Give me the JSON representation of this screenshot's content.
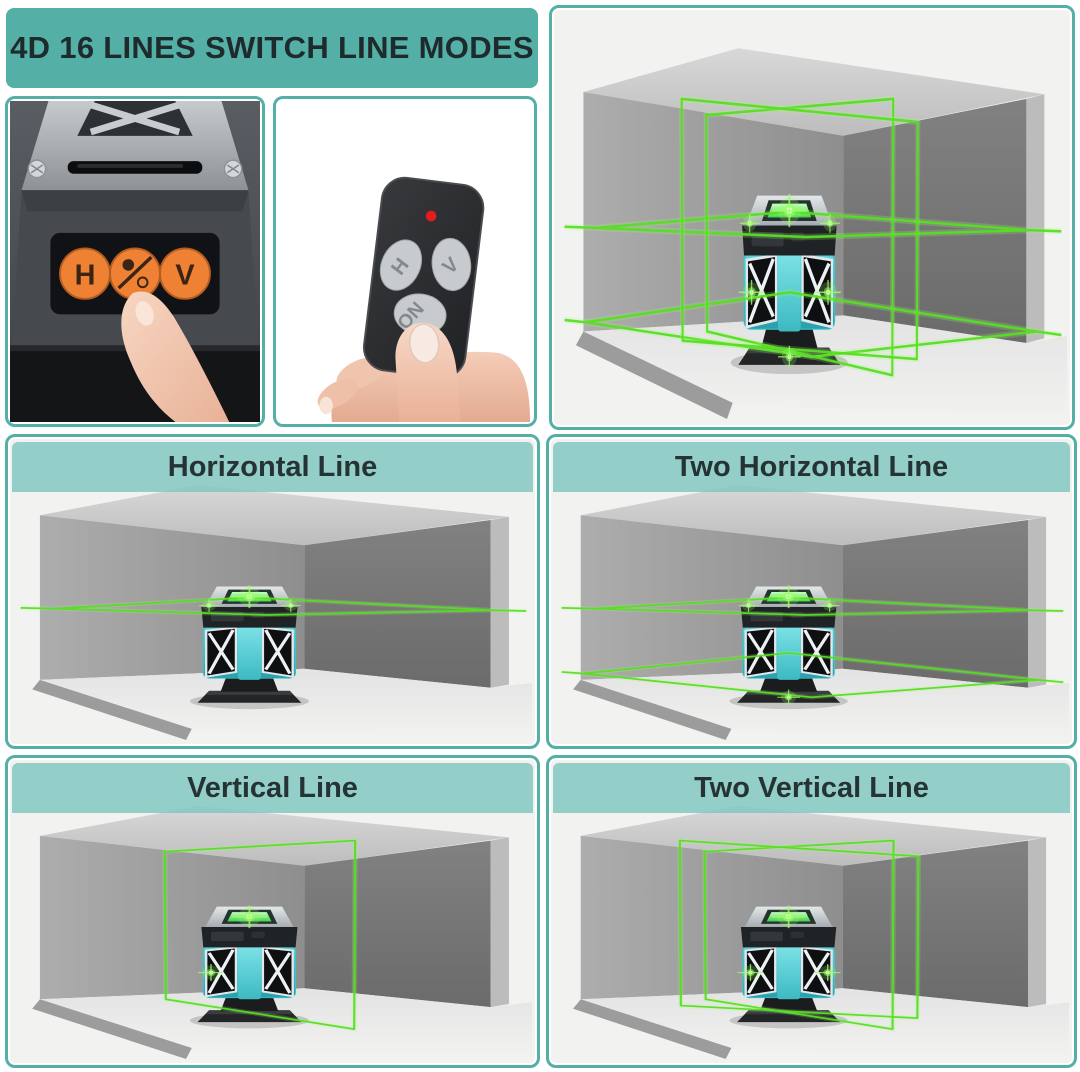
{
  "title": "4D 16 LINES SWITCH LINE MODES",
  "overview_panel": {
    "lines": {
      "h1": true,
      "h2": true,
      "v1": true,
      "v2": true
    }
  },
  "modes": [
    {
      "label": "Horizontal Line",
      "lines": {
        "h1": true
      }
    },
    {
      "label": "Two Horizontal Line",
      "lines": {
        "h1": true,
        "h2": true
      }
    },
    {
      "label": "Vertical Line",
      "lines": {
        "v1": true
      }
    },
    {
      "label": "Two Vertical Line",
      "lines": {
        "v1": true,
        "v2": true
      }
    }
  ],
  "device_photo": {
    "buttons": [
      {
        "label": "H"
      },
      {
        "icon": "laser-power-icon"
      },
      {
        "label": "V"
      }
    ]
  },
  "remote_photo": {
    "buttons": [
      {
        "label": "H"
      },
      {
        "label": "V"
      },
      {
        "label": "ON"
      }
    ],
    "indicator": "red-led"
  },
  "colors": {
    "teal": "#54b0a6",
    "header_band": "rgba(126,198,190,0.82)",
    "laser_green": "#57dd25",
    "laser_glow": "#9aff66",
    "device_body": "#3fc3cb",
    "button_orange": "#ee8134",
    "panel_background": "#f2f2f1",
    "remote_led": "#e11e1e"
  }
}
